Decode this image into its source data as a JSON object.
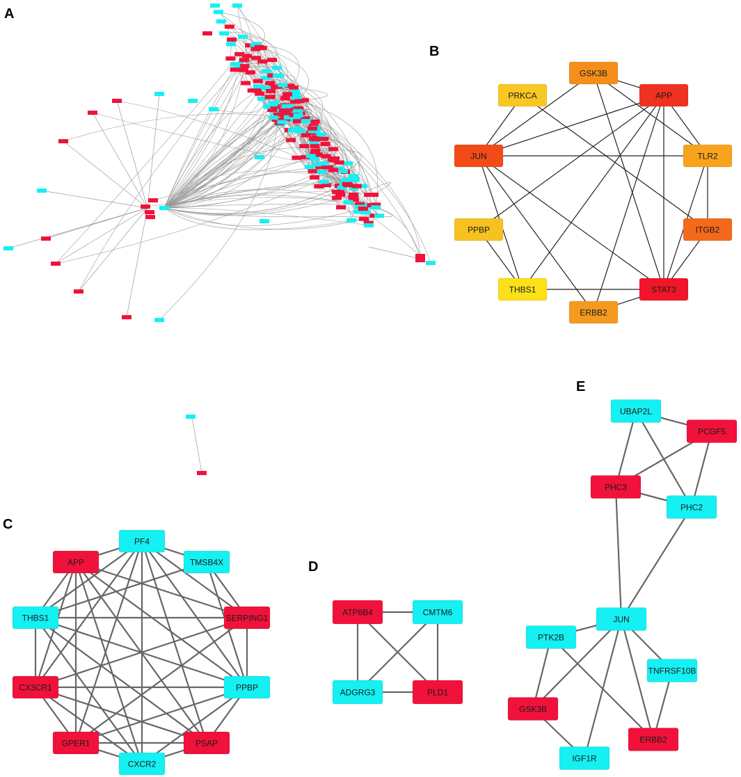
{
  "colors": {
    "red": "#f0123b",
    "cyan": "#15f0f2",
    "edge": "#666666",
    "edge_light": "#9a9a9a"
  },
  "panels": {
    "A": {
      "label": "A",
      "note": "dense network of small red and cyan nodes; node labels too small to read",
      "node_colors": [
        "red",
        "cyan"
      ]
    },
    "B": {
      "label": "B",
      "nodes": [
        {
          "id": "GSK3B",
          "color": "#f58f1c"
        },
        {
          "id": "APP",
          "color": "#ef3220"
        },
        {
          "id": "TLR2",
          "color": "#f7a31c"
        },
        {
          "id": "ITGB2",
          "color": "#f46a1c"
        },
        {
          "id": "STAT3",
          "color": "#f0162a"
        },
        {
          "id": "ERBB2",
          "color": "#f59a1e"
        },
        {
          "id": "THBS1",
          "color": "#fbe01a"
        },
        {
          "id": "PPBP",
          "color": "#f7c221"
        },
        {
          "id": "JUN",
          "color": "#f24b18"
        },
        {
          "id": "PRKCA",
          "color": "#f9c724"
        }
      ],
      "edges": [
        [
          "GSK3B",
          "JUN"
        ],
        [
          "GSK3B",
          "TLR2"
        ],
        [
          "GSK3B",
          "STAT3"
        ],
        [
          "GSK3B",
          "APP"
        ],
        [
          "PRKCA",
          "JUN"
        ],
        [
          "PRKCA",
          "ITGB2"
        ],
        [
          "APP",
          "JUN"
        ],
        [
          "APP",
          "TLR2"
        ],
        [
          "APP",
          "STAT3"
        ],
        [
          "APP",
          "ERBB2"
        ],
        [
          "APP",
          "THBS1"
        ],
        [
          "APP",
          "PPBP"
        ],
        [
          "JUN",
          "TLR2"
        ],
        [
          "JUN",
          "STAT3"
        ],
        [
          "JUN",
          "ERBB2"
        ],
        [
          "JUN",
          "THBS1"
        ],
        [
          "TLR2",
          "ITGB2"
        ],
        [
          "TLR2",
          "STAT3"
        ],
        [
          "ITGB2",
          "STAT3"
        ],
        [
          "PPBP",
          "THBS1"
        ],
        [
          "THBS1",
          "STAT3"
        ],
        [
          "ERBB2",
          "STAT3"
        ]
      ]
    },
    "C": {
      "label": "C",
      "nodes": [
        {
          "id": "PF4",
          "color": "cyan"
        },
        {
          "id": "TMSB4X",
          "color": "cyan"
        },
        {
          "id": "SERPING1",
          "color": "red"
        },
        {
          "id": "PPBP",
          "color": "cyan"
        },
        {
          "id": "PSAP",
          "color": "red"
        },
        {
          "id": "CXCR2",
          "color": "cyan"
        },
        {
          "id": "GPER1",
          "color": "red"
        },
        {
          "id": "CX3CR1",
          "color": "red"
        },
        {
          "id": "THBS1",
          "color": "cyan"
        },
        {
          "id": "APP",
          "color": "red"
        }
      ],
      "edges": [
        [
          "APP",
          "PF4"
        ],
        [
          "APP",
          "THBS1"
        ],
        [
          "APP",
          "SERPING1"
        ],
        [
          "APP",
          "CX3CR1"
        ],
        [
          "APP",
          "GPER1"
        ],
        [
          "APP",
          "CXCR2"
        ],
        [
          "APP",
          "PSAP"
        ],
        [
          "APP",
          "PPBP"
        ],
        [
          "PF4",
          "TMSB4X"
        ],
        [
          "PF4",
          "THBS1"
        ],
        [
          "PF4",
          "SERPING1"
        ],
        [
          "PF4",
          "PPBP"
        ],
        [
          "PF4",
          "PSAP"
        ],
        [
          "PF4",
          "CXCR2"
        ],
        [
          "PF4",
          "GPER1"
        ],
        [
          "PF4",
          "CX3CR1"
        ],
        [
          "TMSB4X",
          "SERPING1"
        ],
        [
          "TMSB4X",
          "PPBP"
        ],
        [
          "TMSB4X",
          "THBS1"
        ],
        [
          "THBS1",
          "SERPING1"
        ],
        [
          "THBS1",
          "PPBP"
        ],
        [
          "THBS1",
          "CX3CR1"
        ],
        [
          "THBS1",
          "PSAP"
        ],
        [
          "THBS1",
          "CXCR2"
        ],
        [
          "SERPING1",
          "PPBP"
        ],
        [
          "SERPING1",
          "GPER1"
        ],
        [
          "SERPING1",
          "CX3CR1"
        ],
        [
          "PPBP",
          "CX3CR1"
        ],
        [
          "PPBP",
          "PSAP"
        ],
        [
          "PPBP",
          "CXCR2"
        ],
        [
          "PPBP",
          "GPER1"
        ],
        [
          "CX3CR1",
          "GPER1"
        ],
        [
          "CX3CR1",
          "PSAP"
        ],
        [
          "CX3CR1",
          "CXCR2"
        ],
        [
          "GPER1",
          "CXCR2"
        ],
        [
          "GPER1",
          "PSAP"
        ],
        [
          "CXCR2",
          "PSAP"
        ]
      ]
    },
    "D": {
      "label": "D",
      "nodes": [
        {
          "id": "ATP8B4",
          "color": "red"
        },
        {
          "id": "CMTM6",
          "color": "cyan"
        },
        {
          "id": "ADGRG3",
          "color": "cyan"
        },
        {
          "id": "PLD1",
          "color": "red"
        }
      ],
      "edges": [
        [
          "ATP8B4",
          "CMTM6"
        ],
        [
          "ATP8B4",
          "ADGRG3"
        ],
        [
          "ATP8B4",
          "PLD1"
        ],
        [
          "CMTM6",
          "PLD1"
        ],
        [
          "CMTM6",
          "ADGRG3"
        ],
        [
          "ADGRG3",
          "PLD1"
        ]
      ]
    },
    "E": {
      "label": "E",
      "nodes": [
        {
          "id": "UBAP2L",
          "color": "cyan"
        },
        {
          "id": "PCGF5",
          "color": "red"
        },
        {
          "id": "PHC3",
          "color": "red"
        },
        {
          "id": "PHC2",
          "color": "cyan"
        },
        {
          "id": "JUN",
          "color": "cyan"
        },
        {
          "id": "PTK2B",
          "color": "cyan"
        },
        {
          "id": "TNFRSF10B",
          "color": "cyan"
        },
        {
          "id": "GSK3B",
          "color": "red"
        },
        {
          "id": "ERBB2",
          "color": "red"
        },
        {
          "id": "IGF1R",
          "color": "cyan"
        }
      ],
      "edges": [
        [
          "UBAP2L",
          "PCGF5"
        ],
        [
          "UBAP2L",
          "PHC3"
        ],
        [
          "UBAP2L",
          "PHC2"
        ],
        [
          "PCGF5",
          "PHC3"
        ],
        [
          "PCGF5",
          "PHC2"
        ],
        [
          "PHC3",
          "PHC2"
        ],
        [
          "PHC3",
          "JUN"
        ],
        [
          "PHC2",
          "JUN"
        ],
        [
          "JUN",
          "PTK2B"
        ],
        [
          "JUN",
          "TNFRSF10B"
        ],
        [
          "JUN",
          "GSK3B"
        ],
        [
          "JUN",
          "ERBB2"
        ],
        [
          "JUN",
          "IGF1R"
        ],
        [
          "PTK2B",
          "GSK3B"
        ],
        [
          "PTK2B",
          "ERBB2"
        ],
        [
          "TNFRSF10B",
          "ERBB2"
        ],
        [
          "GSK3B",
          "IGF1R"
        ]
      ]
    }
  }
}
